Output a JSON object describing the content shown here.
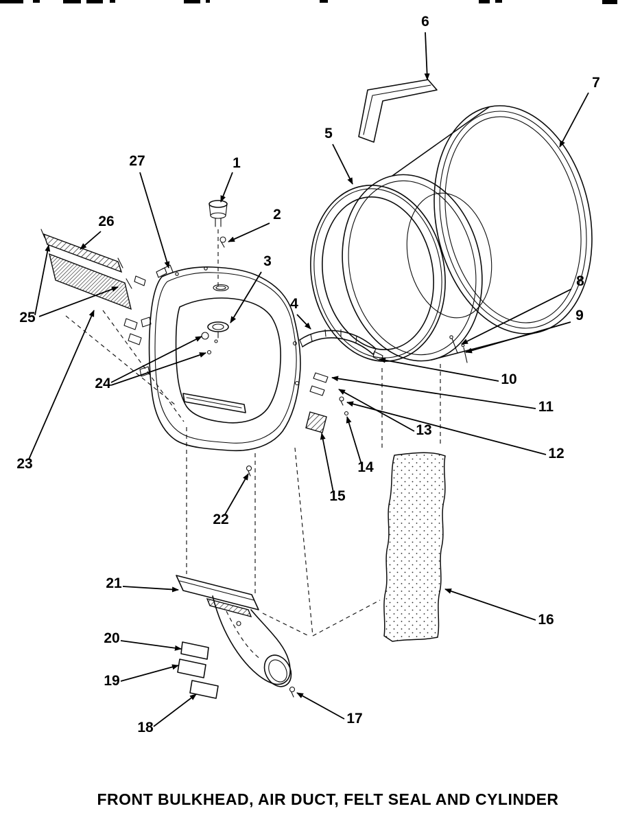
{
  "colors": {
    "ink": "#0b0b0b",
    "background": "#ffffff"
  },
  "diagram": {
    "title": "FRONT BULKHEAD, AIR DUCT, FELT SEAL AND CYLINDER",
    "callouts": [
      {
        "num": "1"
      },
      {
        "num": "2"
      },
      {
        "num": "3"
      },
      {
        "num": "4"
      },
      {
        "num": "5"
      },
      {
        "num": "6"
      },
      {
        "num": "7"
      },
      {
        "num": "8"
      },
      {
        "num": "9"
      },
      {
        "num": "10"
      },
      {
        "num": "11"
      },
      {
        "num": "12"
      },
      {
        "num": "13"
      },
      {
        "num": "14"
      },
      {
        "num": "15"
      },
      {
        "num": "16"
      },
      {
        "num": "17"
      },
      {
        "num": "18"
      },
      {
        "num": "19"
      },
      {
        "num": "20"
      },
      {
        "num": "21"
      },
      {
        "num": "22"
      },
      {
        "num": "23"
      },
      {
        "num": "24"
      },
      {
        "num": "25"
      },
      {
        "num": "26"
      },
      {
        "num": "27"
      }
    ]
  }
}
